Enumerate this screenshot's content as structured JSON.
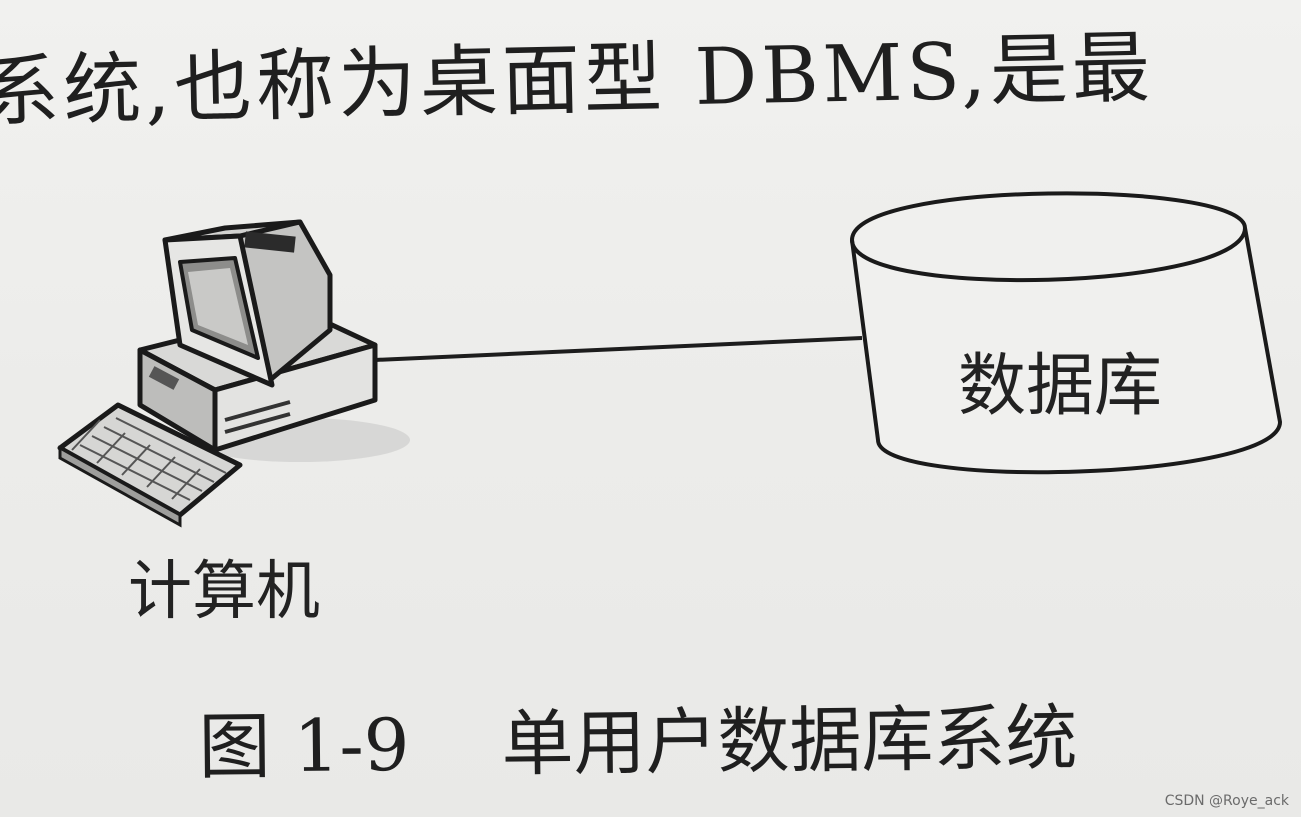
{
  "header": {
    "text": "系统,也称为桌面型 DBMS,是最"
  },
  "diagram": {
    "computer_label": "计算机",
    "database_label": "数据库"
  },
  "caption": {
    "figure_number": "图 1-9",
    "title": "单用户数据库系统"
  },
  "watermark": "CSDN @Roye_ack",
  "icons": {
    "computer": "desktop-computer-icon",
    "database": "database-cylinder-icon"
  },
  "colors": {
    "ink": "#1b1b1b",
    "paper": "#eeeeec"
  }
}
